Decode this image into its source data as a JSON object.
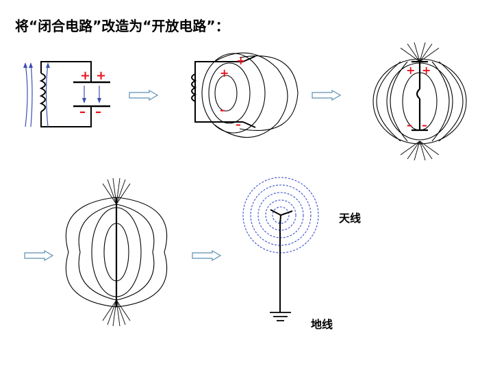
{
  "title": "将“闭合电路”改造为“开放电路”：",
  "charges": {
    "plus": "+",
    "minus": "–"
  },
  "antenna_label": "天线",
  "ground_label": "地线",
  "colors": {
    "field_line": "#000000",
    "charge": "#e8121c",
    "arrow": "#3a4fb0",
    "wave": "#3a4fd0",
    "step_arrow": "#5a8fb4"
  },
  "icons": [
    "lc-circuit",
    "right-arrow-icon",
    "antenna-icon",
    "ground-icon"
  ]
}
